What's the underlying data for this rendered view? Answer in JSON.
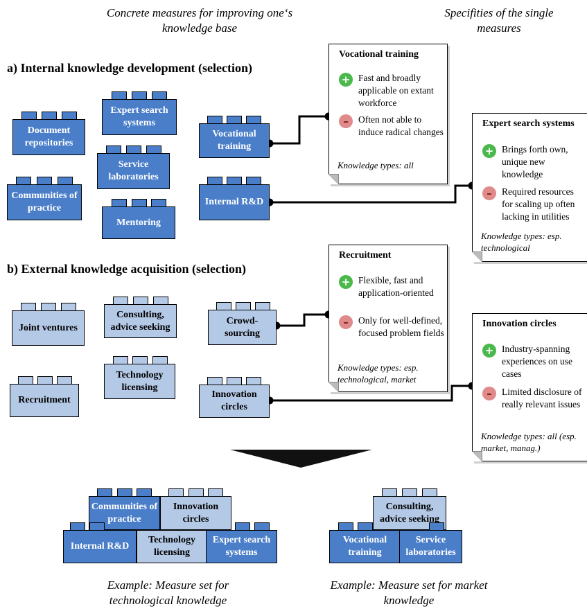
{
  "headers": {
    "left": "Concrete measures for improving one‘s knowledge base",
    "right": "Specifities of the single measures"
  },
  "sections": {
    "internal": "a) Internal knowledge development (selection)",
    "external": "b) External knowledge acquisition (selection)"
  },
  "internal_blocks": {
    "document_repositories": "Document repositories",
    "communities_of_practice": "Communities of practice",
    "expert_search_systems": "Expert search systems",
    "service_laboratories": "Service laboratories",
    "mentoring": "Mentoring",
    "vocational_training": "Vocational training",
    "internal_rd": "Internal R&D"
  },
  "external_blocks": {
    "joint_ventures": "Joint ventures",
    "recruitment": "Recruitment",
    "consulting": "Consulting, advice seeking",
    "technology_licensing": "Technology licensing",
    "crowdsourcing": "Crowd-sourcing",
    "innovation_circles": "Innovation circles"
  },
  "cards": {
    "vocational": {
      "title": "Vocational training",
      "pro": "Fast and broadly applicable on extant workforce",
      "con": "Often not able to induce radical changes",
      "types": "Knowledge types: all"
    },
    "expert": {
      "title": "Expert  search systems",
      "pro": "Brings forth own, unique new knowledge",
      "con": "Required resources for scaling up often lacking in utilities",
      "types": "Knowledge types: esp. technological"
    },
    "recruitment": {
      "title": "Recruitment",
      "pro": "Flexible, fast and application-oriented",
      "con": "Only for well-defined, focused problem fields",
      "types": "Knowledge types: esp. technological, market"
    },
    "innovation": {
      "title": "Innovation circles",
      "pro": "Industry-spanning experiences on use cases",
      "con": "Limited disclosure of really relevant issues",
      "types": "Knowledge types: all (esp. market, manag.)"
    }
  },
  "icons": {
    "pro": "plus-icon",
    "con": "minus-icon"
  },
  "tech_set": {
    "communities": "Communities of practice",
    "innovation": "Innovation circles",
    "internal_rd": "Internal R&D",
    "licensing": "Technology licensing",
    "expert": "Expert search systems"
  },
  "market_set": {
    "consulting": "Consulting, advice seeking",
    "vocational": "Vocational training",
    "service": "Service laboratories"
  },
  "captions": {
    "tech": "Example: Measure set for technological knowledge",
    "market": "Example: Measure set for market knowledge"
  },
  "colors": {
    "dark_block": "#4a7ec9",
    "light_block": "#b4c9e6",
    "pro": "#4bb84b",
    "con": "#e08a8a"
  }
}
